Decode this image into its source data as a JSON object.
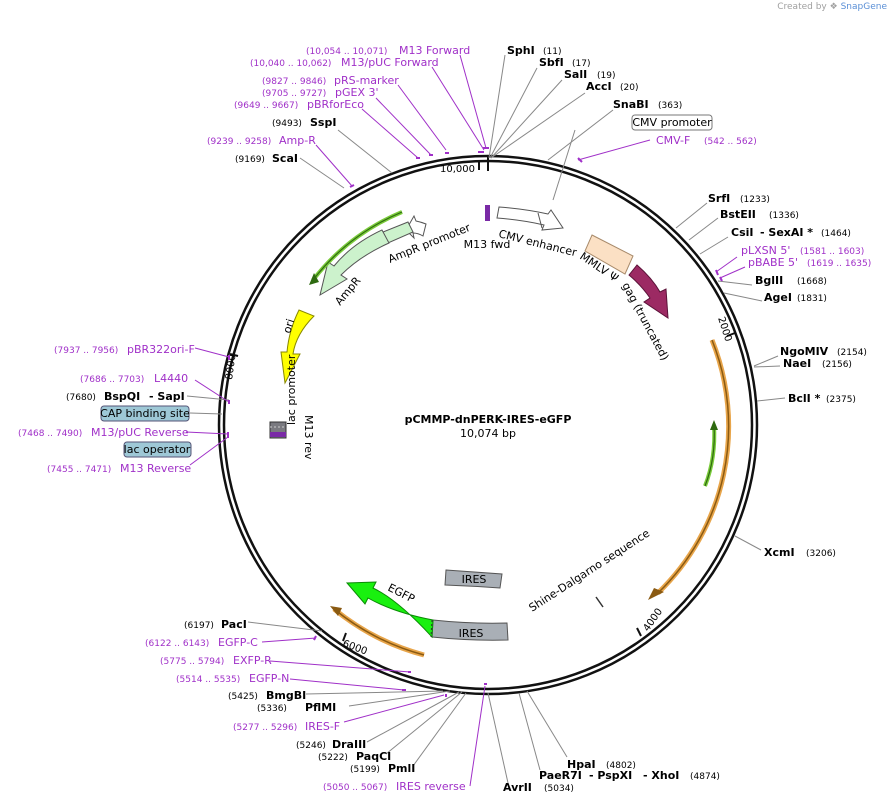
{
  "brand": {
    "created_by": "Created by",
    "name": "SnapGene"
  },
  "plasmid": {
    "name": "pCMMP-dnPERK-IRES-eGFP",
    "length": "10,074 bp"
  },
  "ticks": [
    "10,000",
    "2000",
    "4000",
    "6000",
    "8000"
  ],
  "enzymes": [
    {
      "name": "SphI",
      "pos": "(11)"
    },
    {
      "name": "SbfI",
      "pos": "(17)"
    },
    {
      "name": "SalI",
      "pos": "(19)"
    },
    {
      "name": "AccI",
      "pos": "(20)"
    },
    {
      "name": "SnaBI",
      "pos": "(363)"
    },
    {
      "name": "SrfI",
      "pos": "(1233)"
    },
    {
      "name": "BstEII",
      "pos": "(1336)"
    },
    {
      "name": "CsiI",
      "pos": ""
    },
    {
      "name": "- SexAI *",
      "pos": "(1464)"
    },
    {
      "name": "BglII",
      "pos": "(1668)"
    },
    {
      "name": "AgeI",
      "pos": "(1831)"
    },
    {
      "name": "NgoMIV",
      "pos": "(2154)"
    },
    {
      "name": "NaeI",
      "pos": "(2156)"
    },
    {
      "name": "BclI *",
      "pos": "(2375)"
    },
    {
      "name": "XcmI",
      "pos": "(3206)"
    },
    {
      "name": "HpaI",
      "pos": "(4802)"
    },
    {
      "name": "PaeR7I",
      "pos": ""
    },
    {
      "name": "- PspXI",
      "pos": ""
    },
    {
      "name": "- XhoI",
      "pos": "(4874)"
    },
    {
      "name": "AvrII",
      "pos": "(5034)"
    },
    {
      "name": "PmlI",
      "pos": "(5199)"
    },
    {
      "name": "PaqCI",
      "pos": "(5222)"
    },
    {
      "name": "DraIII",
      "pos": "(5246)"
    },
    {
      "name": "PflMI",
      "pos": "(5336)"
    },
    {
      "name": "BmgBI",
      "pos": "(5425)"
    },
    {
      "name": "PacI",
      "pos": "(6197)"
    },
    {
      "name": "BspQI",
      "pos": "(7680)"
    },
    {
      "name": "- SapI",
      "pos": ""
    },
    {
      "name": "ScaI",
      "pos": "(9169)"
    },
    {
      "name": "SspI",
      "pos": "(9493)"
    }
  ],
  "primers": [
    {
      "name": "M13 Forward",
      "range": "(10,054 .. 10,071)"
    },
    {
      "name": "M13/pUC Forward",
      "range": "(10,040 .. 10,062)"
    },
    {
      "name": "pRS-marker",
      "range": "(9827 .. 9846)"
    },
    {
      "name": "pGEX 3'",
      "range": "(9705 .. 9727)"
    },
    {
      "name": "pBRforEco",
      "range": "(9649 .. 9667)"
    },
    {
      "name": "Amp-R",
      "range": "(9239 .. 9258)"
    },
    {
      "name": "CMV-F",
      "range": "(542 .. 562)"
    },
    {
      "name": "pLXSN 5'",
      "range": "(1581 .. 1603)"
    },
    {
      "name": "pBABE 5'",
      "range": "(1619 .. 1635)"
    },
    {
      "name": "pBR322ori-F",
      "range": "(7937 .. 7956)"
    },
    {
      "name": "L4440",
      "range": "(7686 .. 7703)"
    },
    {
      "name": "M13/pUC Reverse",
      "range": "(7468 .. 7490)"
    },
    {
      "name": "M13 Reverse",
      "range": "(7455 .. 7471)"
    },
    {
      "name": "EGFP-C",
      "range": "(6122 .. 6143)"
    },
    {
      "name": "EXFP-R",
      "range": "(5775 .. 5794)"
    },
    {
      "name": "EGFP-N",
      "range": "(5514 .. 5535)"
    },
    {
      "name": "IRES-F",
      "range": "(5277 .. 5296)"
    },
    {
      "name": "IRES reverse",
      "range": "(5050 .. 5067)"
    }
  ],
  "boxed_features": {
    "cmv_promoter": "CMV promoter",
    "cap_site": "CAP binding site",
    "lac_operator": "lac operator"
  },
  "features": {
    "cmv_enhancer": "CMV enhancer",
    "mmlv": "MMLV Ψ",
    "gag": "gag (truncated)",
    "ampr_promoter": "AmpR promoter",
    "ampr": "AmpR",
    "ori": "ori",
    "lac_promoter": "lac promoter",
    "m13_fwd": "M13 fwd",
    "m13_rev": "M13 rev",
    "ires_top": "IRES",
    "ires_bottom": "IRES",
    "egfp": "EGFP",
    "shine": "Shine-Dalgarno sequence"
  }
}
